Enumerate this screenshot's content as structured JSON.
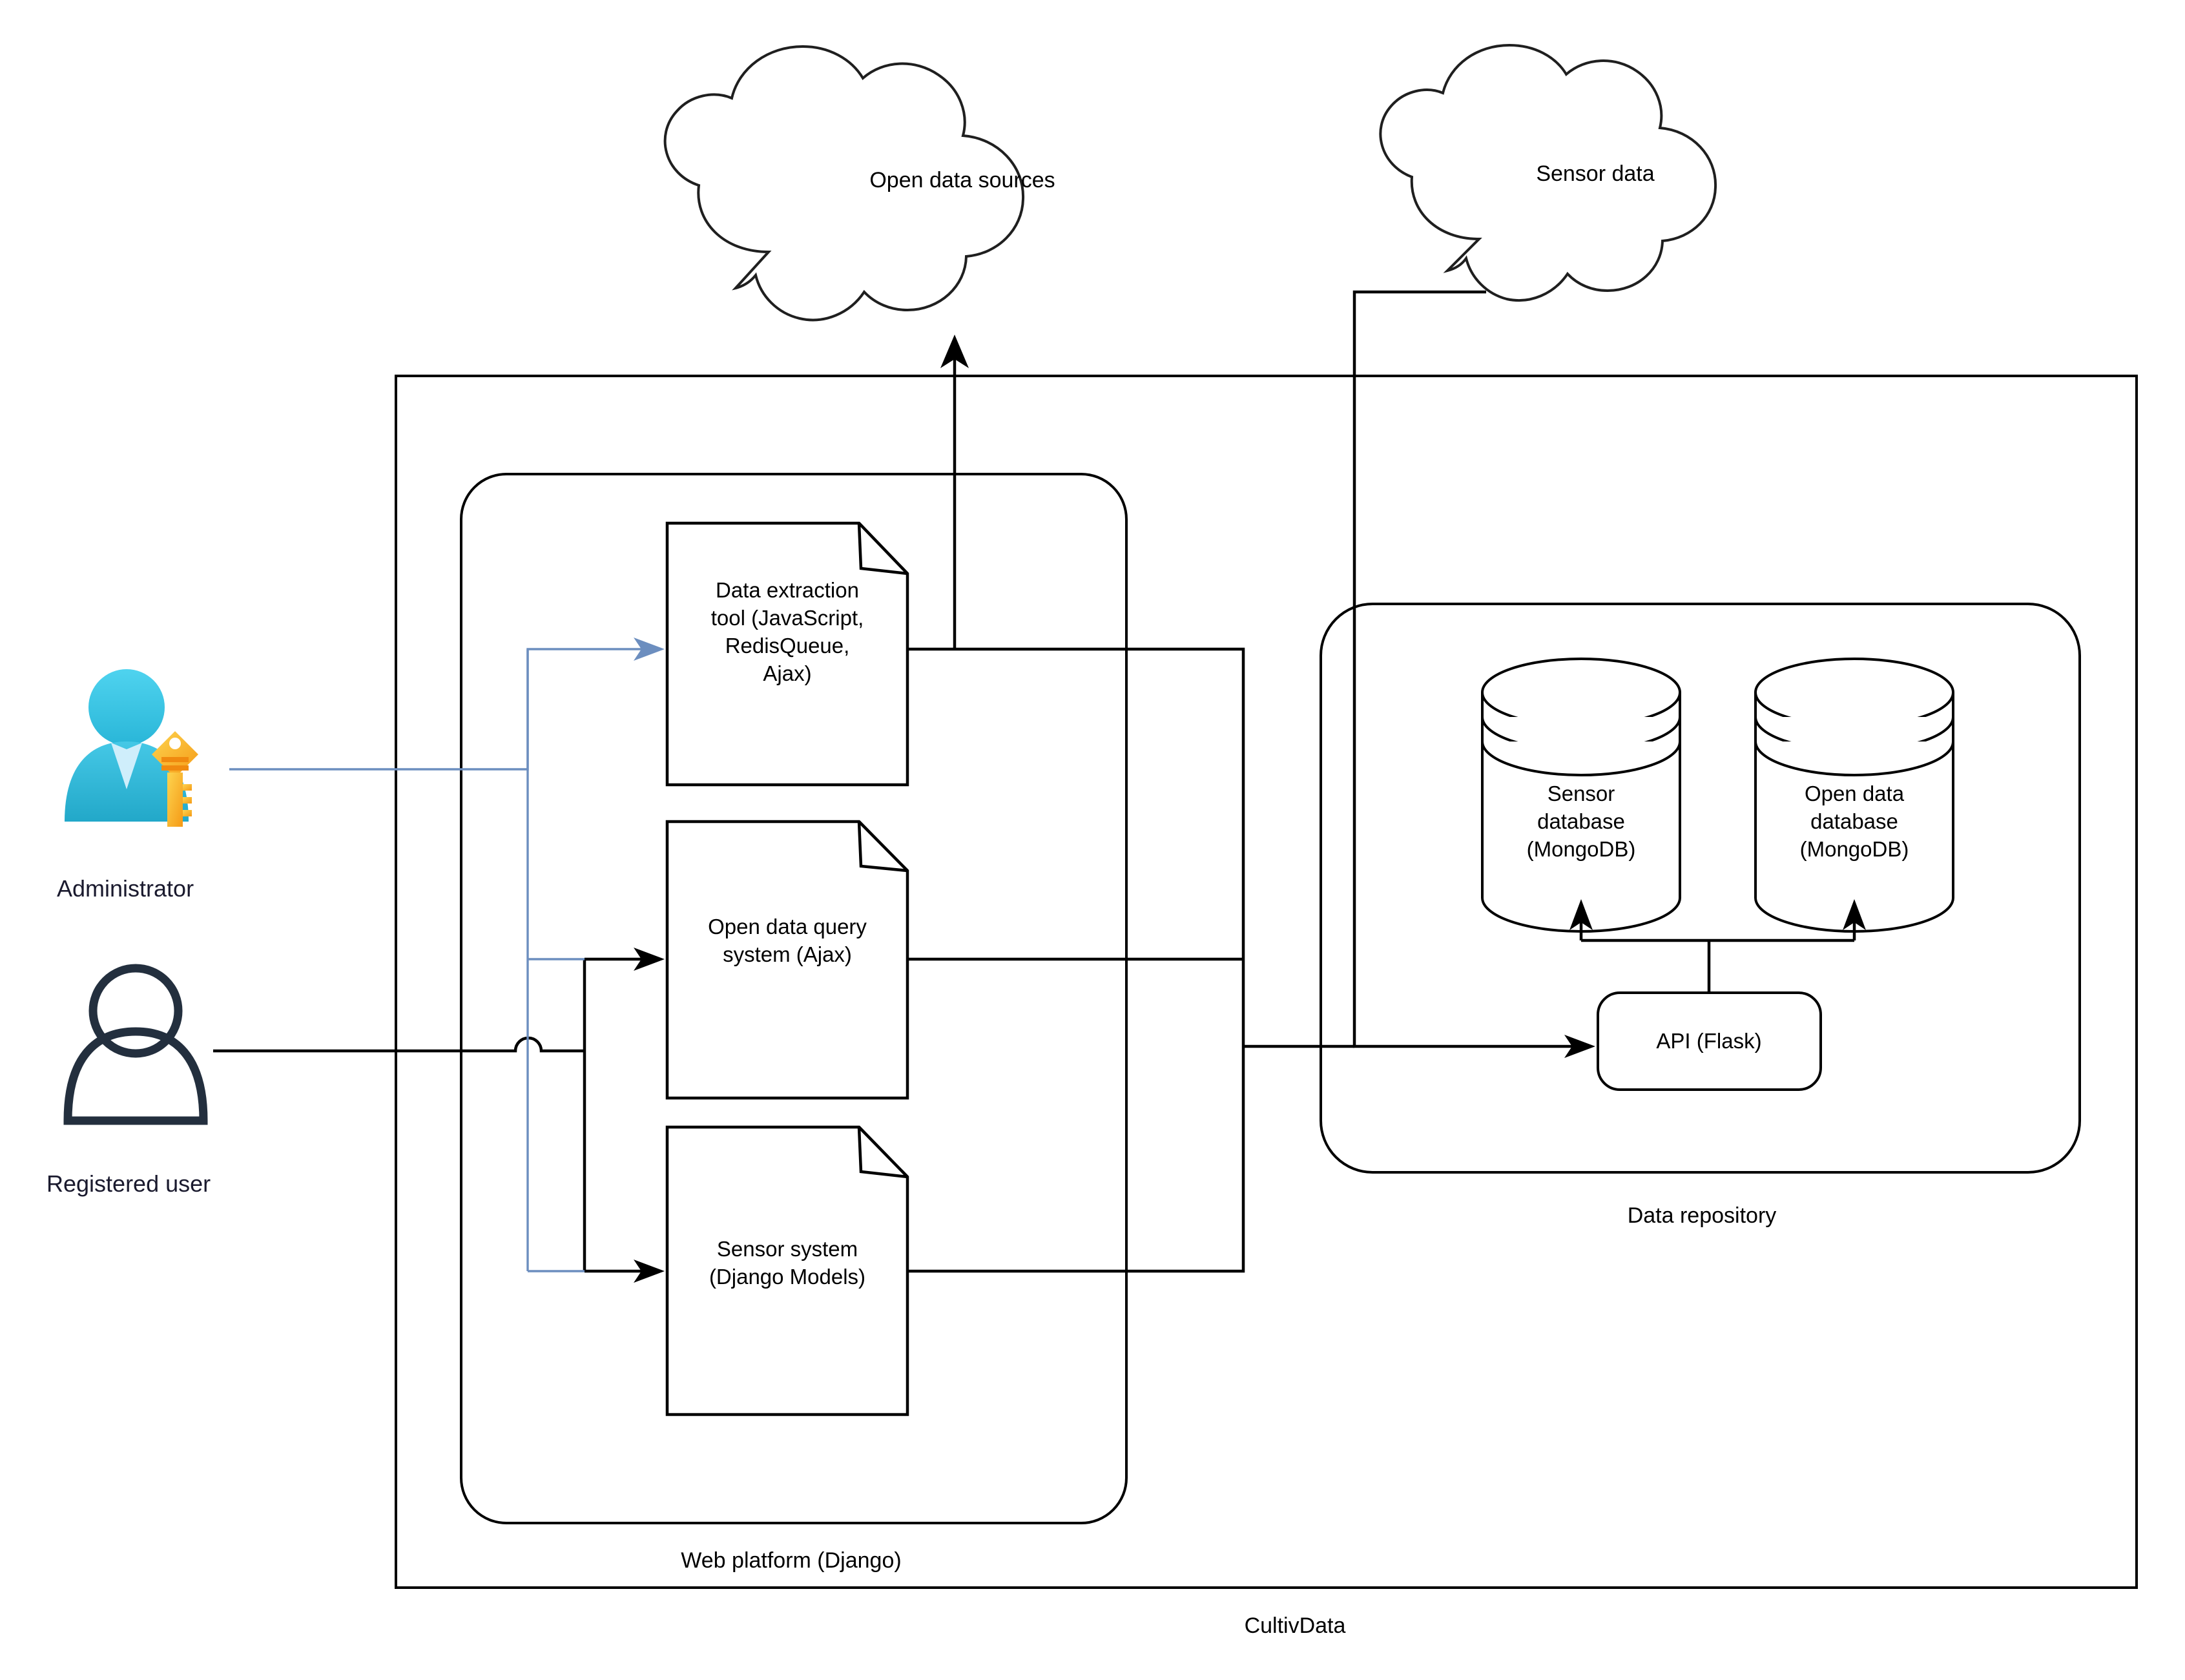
{
  "diagram": {
    "title": "CultivData",
    "outer_container_label": "CultivData",
    "clouds": [
      {
        "id": "open-data-sources",
        "label": "Open data sources"
      },
      {
        "id": "sensor-data",
        "label": "Sensor data"
      }
    ],
    "actors": [
      {
        "id": "administrator",
        "label": "Administrator",
        "icon": "admin-user-key-icon",
        "icon_colors": {
          "body": "#29b6d8",
          "head": "#3fc6e8",
          "tie": "#cfeefb",
          "key": "#f5a623",
          "key_light": "#fdd44f"
        }
      },
      {
        "id": "registered-user",
        "label": "Registered user",
        "icon": "user-icon",
        "icon_color": "#232f3e"
      }
    ],
    "web_platform": {
      "label": "Web platform (Django)",
      "nodes": [
        {
          "id": "data-extraction-tool",
          "shape": "document",
          "lines": [
            "Data extraction",
            "tool (JavaScript,",
            "RedisQueue,",
            "Ajax)"
          ]
        },
        {
          "id": "open-data-query-system",
          "shape": "document",
          "lines": [
            "Open data query",
            "system  (Ajax)"
          ]
        },
        {
          "id": "sensor-system",
          "shape": "document",
          "lines": [
            "Sensor system",
            "(Django Models)"
          ]
        }
      ]
    },
    "data_repository": {
      "label": "Data repository",
      "databases": [
        {
          "id": "sensor-database",
          "shape": "cylinder",
          "lines": [
            "Sensor",
            "database",
            "(MongoDB)"
          ]
        },
        {
          "id": "open-data-database",
          "shape": "cylinder",
          "lines": [
            "Open data",
            "database",
            "(MongoDB)"
          ]
        }
      ],
      "api": {
        "id": "api-flask",
        "shape": "rounded-rect",
        "label": "API (Flask)"
      }
    },
    "colors": {
      "line": "#000000",
      "admin_line": "#6c8ebf",
      "background": "#ffffff"
    }
  }
}
